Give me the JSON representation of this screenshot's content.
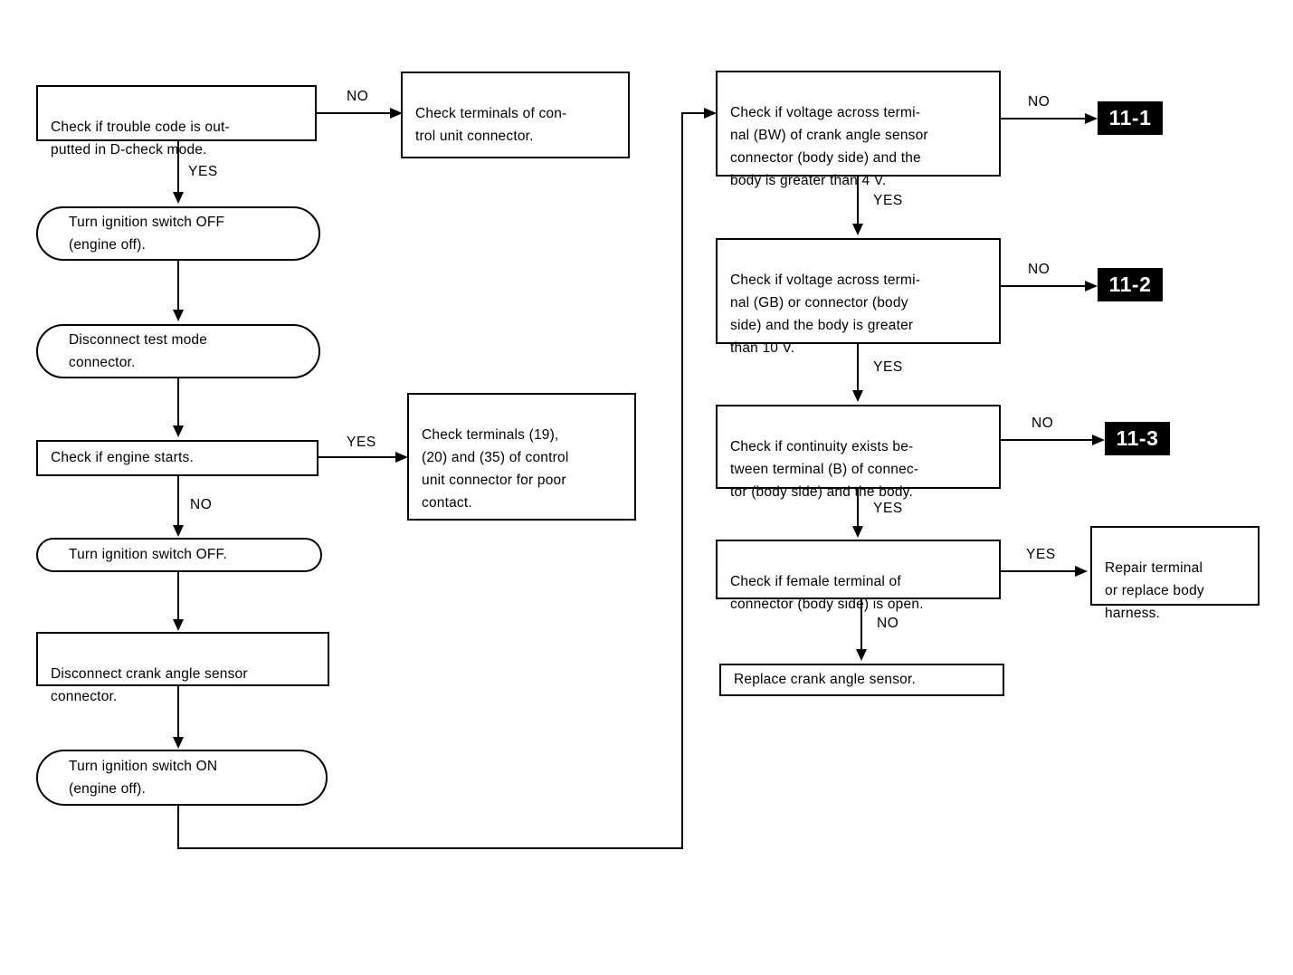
{
  "diagram": {
    "title": "Crank angle sensor diagnostic flow chart",
    "colors": {
      "line": "#000000",
      "box_fill": "#ffffff",
      "badge_fill": "#000000",
      "badge_text": "#ffffff"
    }
  },
  "left_column": {
    "n1": "Check if trouble code is out-\nputted in D-check mode.",
    "n2": "Turn ignition switch OFF\n(engine off).",
    "n3": "Disconnect test mode\nconnector.",
    "n4": "Check if engine starts.",
    "n5": "Turn ignition switch OFF.",
    "n6": "Disconnect crank angle sensor\nconnector.",
    "n7": "Turn ignition switch ON\n(engine off)."
  },
  "left_branch_targets": {
    "t1": "Check terminals of con-\ntrol unit connector.",
    "t2": "Check terminals (19),\n(20) and (35) of control\nunit connector for poor\ncontact."
  },
  "right_column": {
    "r1": "Check if voltage across termi-\nnal (BW) of crank angle sensor\nconnector (body side) and the\nbody is greater than 4 V.",
    "r2": "Check if voltage across termi-\nnal (GB) or connector (body\nside) and the body is greater\nthan 10 V.",
    "r3": "Check if continuity exists be-\ntween terminal (B) of connec-\ntor (body side) and the body.",
    "r4": "Check if female terminal of\nconnector (body side) is open.",
    "r5": "Replace crank angle sensor.",
    "r6": "Repair terminal\nor replace body\nharness."
  },
  "badges": {
    "b1": "11-1",
    "b2": "11-2",
    "b3": "11-3"
  },
  "branch_labels": {
    "l1_no": "NO",
    "l1_yes": "YES",
    "l4_yes": "YES",
    "l4_no": "NO",
    "r1_no": "NO",
    "r1_yes": "YES",
    "r2_no": "NO",
    "r2_yes": "YES",
    "r3_no": "NO",
    "r3_yes": "YES",
    "r4_yes": "YES",
    "r4_no": "NO"
  }
}
